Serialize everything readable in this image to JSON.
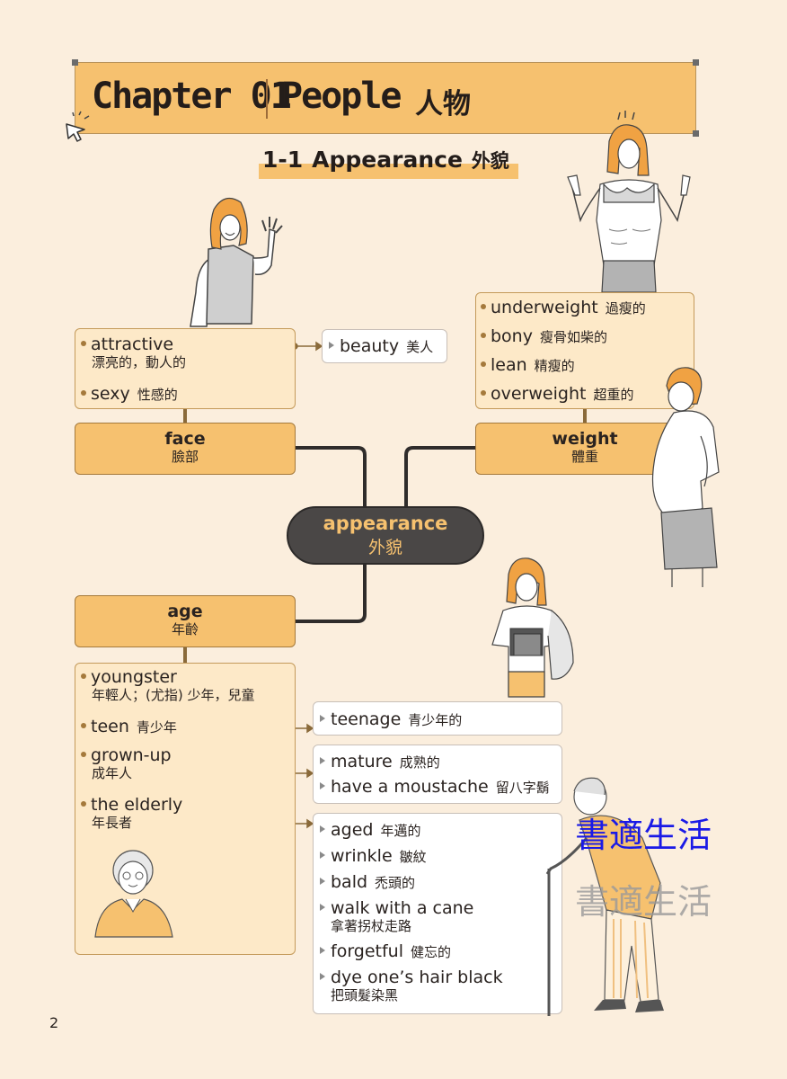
{
  "header": {
    "chapter": "Chapter 01",
    "title_en": "People",
    "title_zh": "人物"
  },
  "section": {
    "number": "1-1",
    "title_en": "Appearance",
    "title_zh": "外貌"
  },
  "center": {
    "en": "appearance",
    "zh": "外貌"
  },
  "face": {
    "label_en": "face",
    "label_zh": "臉部",
    "items": [
      {
        "en": "attractive",
        "zh": "漂亮的，動人的"
      },
      {
        "en": "sexy",
        "zh": "性感的"
      }
    ],
    "related": {
      "en": "beauty",
      "zh": "美人"
    }
  },
  "weight": {
    "label_en": "weight",
    "label_zh": "體重",
    "items": [
      {
        "en": "underweight",
        "zh": "過瘦的"
      },
      {
        "en": "bony",
        "zh": "瘦骨如柴的"
      },
      {
        "en": "lean",
        "zh": "精瘦的"
      },
      {
        "en": "overweight",
        "zh": "超重的"
      }
    ]
  },
  "age": {
    "label_en": "age",
    "label_zh": "年齡",
    "items": [
      {
        "en": "youngster",
        "zh": "年輕人；(尤指) 少年，兒童"
      },
      {
        "en": "teen",
        "zh": "青少年"
      },
      {
        "en": "grown-up",
        "zh": "成年人"
      },
      {
        "en": "the elderly",
        "zh": "年長者"
      }
    ],
    "teen_related": [
      {
        "en": "teenage",
        "zh": "青少年的"
      }
    ],
    "grownup_related": [
      {
        "en": "mature",
        "zh": "成熟的"
      },
      {
        "en": "have a moustache",
        "zh": "留八字鬍"
      }
    ],
    "elderly_related": [
      {
        "en": "aged",
        "zh": "年邁的"
      },
      {
        "en": "wrinkle",
        "zh": "皺紋"
      },
      {
        "en": "bald",
        "zh": "禿頭的"
      },
      {
        "en": "walk with a cane",
        "zh": "拿著拐杖走路"
      },
      {
        "en": "forgetful",
        "zh": "健忘的"
      },
      {
        "en": "dye one’s hair black",
        "zh": "把頭髮染黑"
      }
    ]
  },
  "page_number": "2",
  "watermark": {
    "text1": "書適生活",
    "text2": "書適生活"
  },
  "colors": {
    "accent": "#f6c16f",
    "box_fill": "#fde9c8",
    "line": "#a57a3c",
    "hub": "#4a4746"
  }
}
